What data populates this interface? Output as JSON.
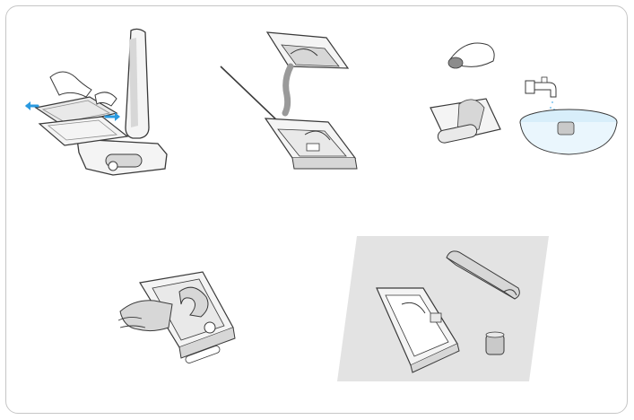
{
  "page": {
    "description_visible_text": ""
  },
  "colors": {
    "frame_border": "#c6c6c6",
    "line_art": "#3a3a3a",
    "fill_light": "#f4f4f4",
    "fill_mid": "#d7d7d7",
    "fill_dark": "#8c8c8c",
    "arrow_blue": "#2a9ae0",
    "panel_grey": "#e3e3e3"
  },
  "illustrations": [
    {
      "name": "remove-roller-cover-step",
      "icon": "vacuum-head-disassembly-icon"
    },
    {
      "name": "clean-with-brush-step",
      "icon": "brush-cleaning-icon"
    },
    {
      "name": "rinse-filter-step",
      "icon": "water-rinse-icon"
    },
    {
      "name": "wipe-base-step",
      "icon": "hand-wipe-icon"
    },
    {
      "name": "reassemble-parts-step",
      "icon": "parts-layout-icon"
    }
  ]
}
